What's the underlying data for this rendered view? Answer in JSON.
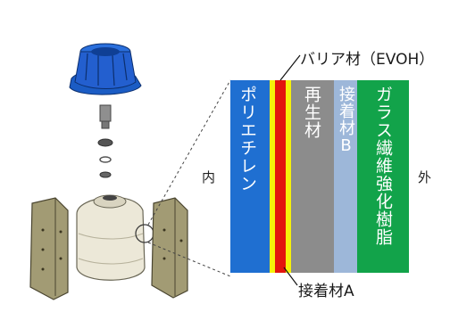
{
  "labels": {
    "barrier": "バリア材（EVOH）",
    "adhesive_a": "接着材A",
    "inner": "内",
    "outer": "外"
  },
  "layers": [
    {
      "text": "ポリエチレン",
      "color": "#1f6fd1",
      "text_color": "#ffffff"
    },
    {
      "text": "",
      "color": "#f5f10a",
      "text_color": "#000000"
    },
    {
      "text": "",
      "color": "#e3150e",
      "text_color": "#000000"
    },
    {
      "text": "",
      "color": "#f5f10a",
      "text_color": "#000000"
    },
    {
      "text": "再生材",
      "color": "#8c8c8c",
      "text_color": "#ffffff"
    },
    {
      "text": "接着材B",
      "color": "#9db7d9",
      "text_color": "#ffffff"
    },
    {
      "text": "ガラス繊維強化樹脂",
      "color": "#12a34a",
      "text_color": "#ffffff"
    }
  ],
  "colors": {
    "tank_body": "#ece8d8",
    "cap": "#1b5cc4",
    "shell": "#9a9470",
    "outline": "#555555"
  }
}
